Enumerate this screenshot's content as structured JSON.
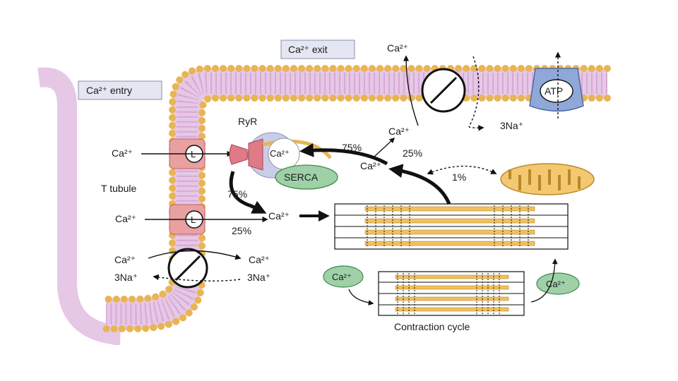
{
  "labels": {
    "entry_box": "Ca²⁺ entry",
    "exit_box": "Ca²⁺ exit",
    "ryr": "RyR",
    "t_tubule": "T tubule",
    "channel_l": "L",
    "ca": "Ca²⁺",
    "na3": "3Na⁺",
    "serca": "SERCA",
    "atp": "ATP",
    "pct_75": "75%",
    "pct_25": "25%",
    "pct_1": "1%",
    "contraction": "Contraction cycle"
  },
  "colors": {
    "membrane_fill": "#e6c8e6",
    "lipid_head": "#e8b552",
    "l_channel": "#e8a0a0",
    "serca": "#9fd0a8",
    "atp_pump": "#8fa8d8",
    "mitochondrion": "#f3c870",
    "filament": "#f0c060",
    "label_box": "#e4e6f2"
  },
  "icons": {
    "ryr": "ryanodine-receptor-icon",
    "exchanger": "na-ca-exchanger-icon",
    "mitochondrion": "mitochondrion-icon"
  }
}
